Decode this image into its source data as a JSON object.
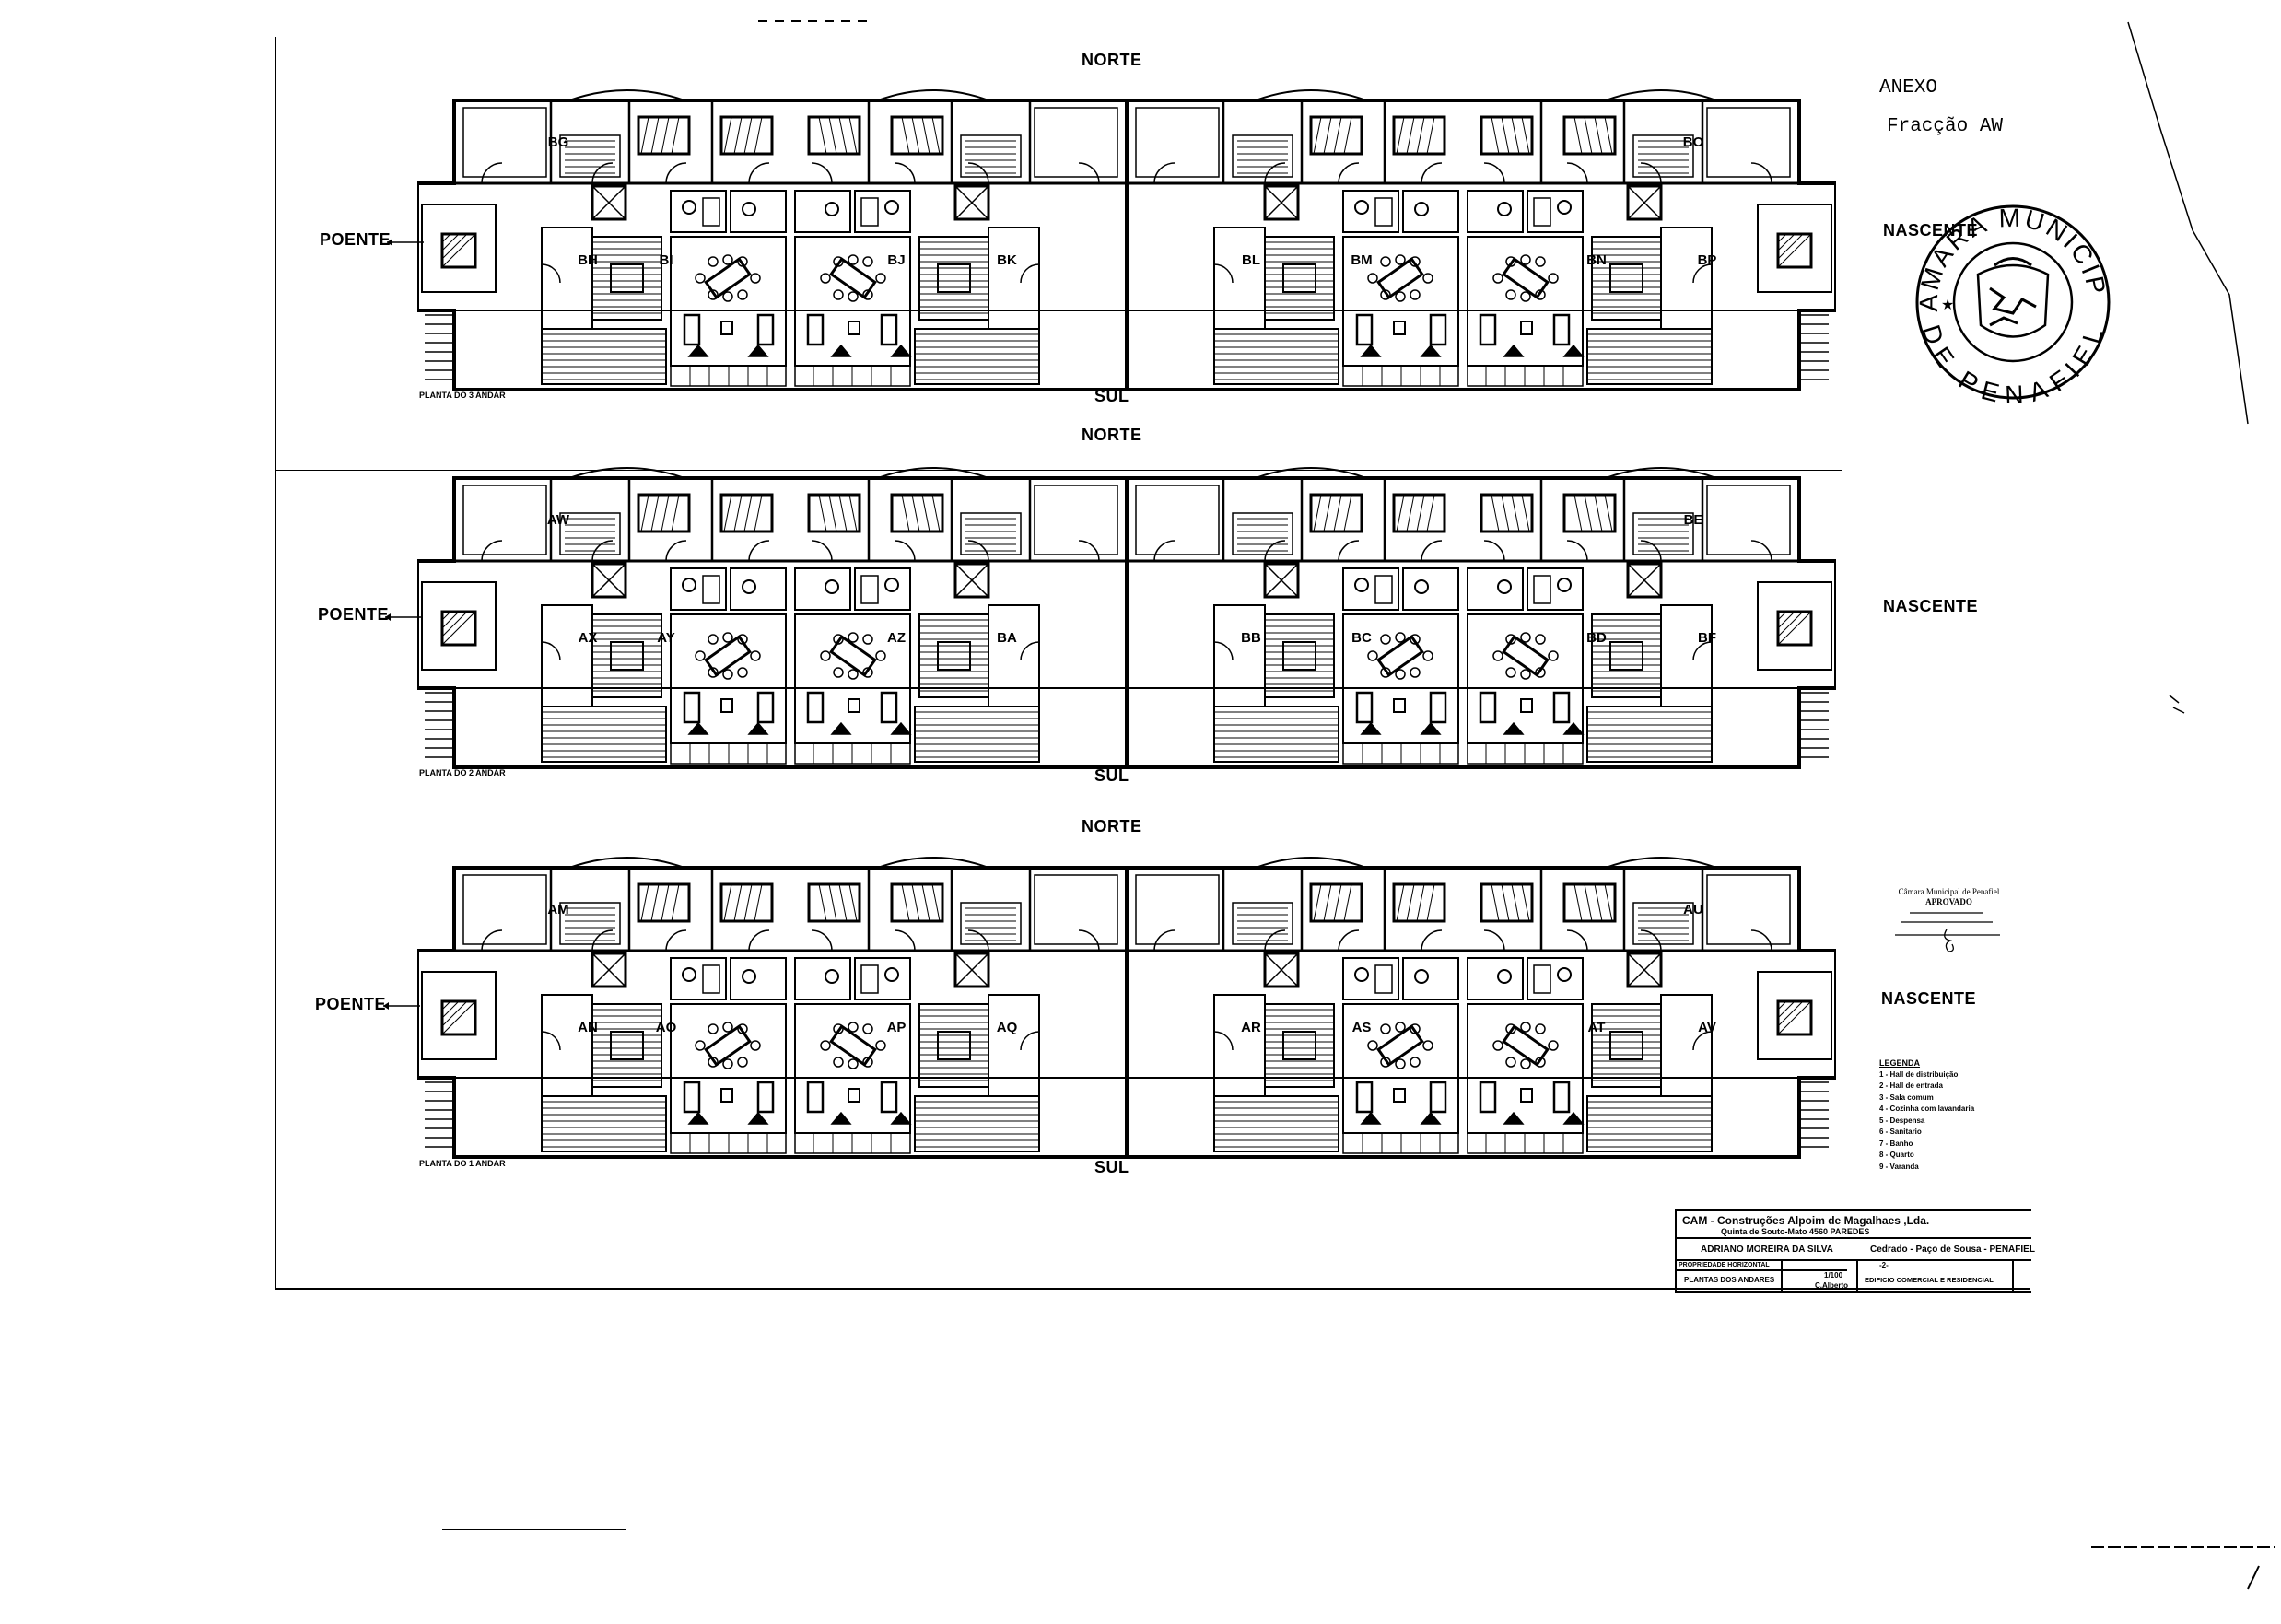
{
  "annex": {
    "title": "ANEXO",
    "fraction": "Fracção AW"
  },
  "seal": {
    "top_text": "CAMARA MUNICIPAL",
    "bottom_text": "DE PENAFIEL"
  },
  "approval_stamp": {
    "line1": "Câmara Municipal de Penafiel",
    "line2": "APROVADO"
  },
  "plans": [
    {
      "title": "PLANTA DO 3 ANDAR",
      "north": "NORTE",
      "south": "SUL",
      "west": "POENTE",
      "east": "NASCENTE",
      "units": [
        "BG",
        "BH",
        "BI",
        "BJ",
        "BK",
        "BL",
        "BM",
        "BN",
        "BO",
        "BP"
      ]
    },
    {
      "title": "PLANTA DO 2 ANDAR",
      "north": "NORTE",
      "south": "SUL",
      "west": "POENTE",
      "east": "NASCENTE",
      "units": [
        "AW",
        "AX",
        "AY",
        "AZ",
        "BA",
        "BB",
        "BC",
        "BD",
        "BE",
        "BF"
      ]
    },
    {
      "title": "PLANTA DO 1 ANDAR",
      "north": "NORTE",
      "south": "SUL",
      "west": "POENTE",
      "east": "NASCENTE",
      "units": [
        "AM",
        "AN",
        "AO",
        "AP",
        "AQ",
        "AR",
        "AS",
        "AT",
        "AU",
        "AV"
      ]
    }
  ],
  "legend": {
    "title": "LEGENDA",
    "items": [
      "1 - Hall de distribuição",
      "2 - Hall de entrada",
      "3 - Sala comum",
      "4 - Cozinha com lavandaria",
      "5 - Despensa",
      "6 - Sanitario",
      "7 - Banho",
      "8 - Quarto",
      "9 - Varanda"
    ]
  },
  "title_block": {
    "company": "CAM - Construções Alpoim de Magalhaes ,Lda.",
    "address": "Quinta de Souto-Mato 4560 PAREDES",
    "owner": "ADRIANO MOREIRA DA SILVA",
    "location": "Cedrado - Paço de Sousa - PENAFIEL",
    "subject": "PROPRIEDADE HORIZONTAL",
    "drawing": "PLANTAS DOS ANDARES",
    "scale": "1/100",
    "drawn_by": "C.Alberto",
    "building": "EDIFICIO COMERCIAL E RESIDENCIAL",
    "number": "-2-"
  }
}
